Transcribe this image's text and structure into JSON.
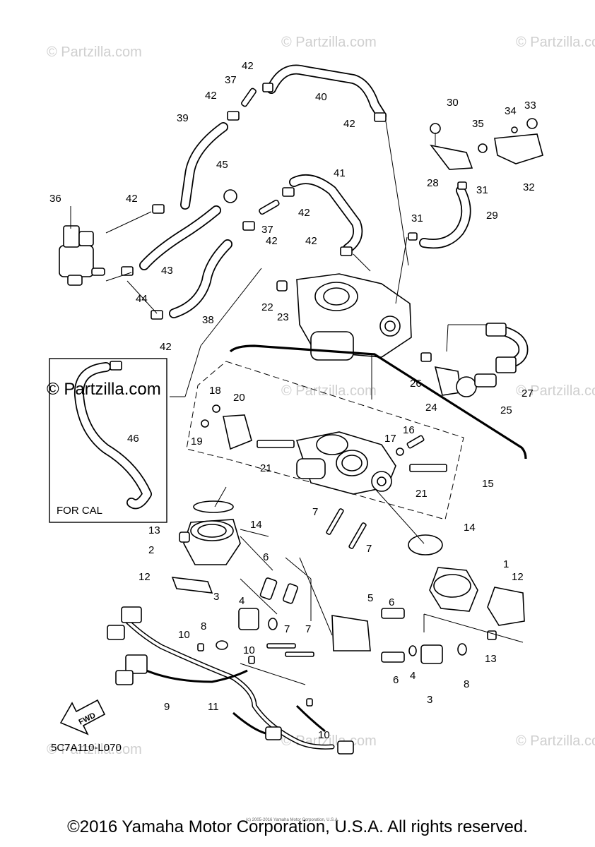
{
  "watermarks": [
    "© Partzilla.com",
    "© Partzilla.com",
    "© Partzilla.com",
    "© Partzilla.com",
    "© Partzilla.com",
    "© Partzilla.com",
    "© Partzilla.com",
    "© Partzilla.com"
  ],
  "logo_text": "© Partzilla.com",
  "inset_label": "FOR CAL",
  "fwd_label": "FWD",
  "diagram_code": "5C7A110-L070",
  "copyright_small": "(c) 2005-2016 Yamaha Motor Corporation, U.S.A.",
  "copyright": "©2016 Yamaha Motor Corporation, U.S.A. All rights reserved.",
  "callouts": [
    "42",
    "37",
    "42",
    "40",
    "42",
    "39",
    "30",
    "33",
    "34",
    "35",
    "28",
    "31",
    "32",
    "36",
    "45",
    "41",
    "42",
    "37",
    "42",
    "42",
    "31",
    "29",
    "42",
    "44",
    "43",
    "38",
    "42",
    "22",
    "23",
    "26",
    "24",
    "25",
    "27",
    "46",
    "18",
    "20",
    "19",
    "17",
    "16",
    "21",
    "21",
    "15",
    "7",
    "7",
    "14",
    "14",
    "13",
    "2",
    "12",
    "6",
    "3",
    "4",
    "5",
    "6",
    "1",
    "12",
    "13",
    "10",
    "8",
    "7",
    "7",
    "10",
    "6",
    "4",
    "8",
    "3",
    "9",
    "11",
    "10"
  ]
}
